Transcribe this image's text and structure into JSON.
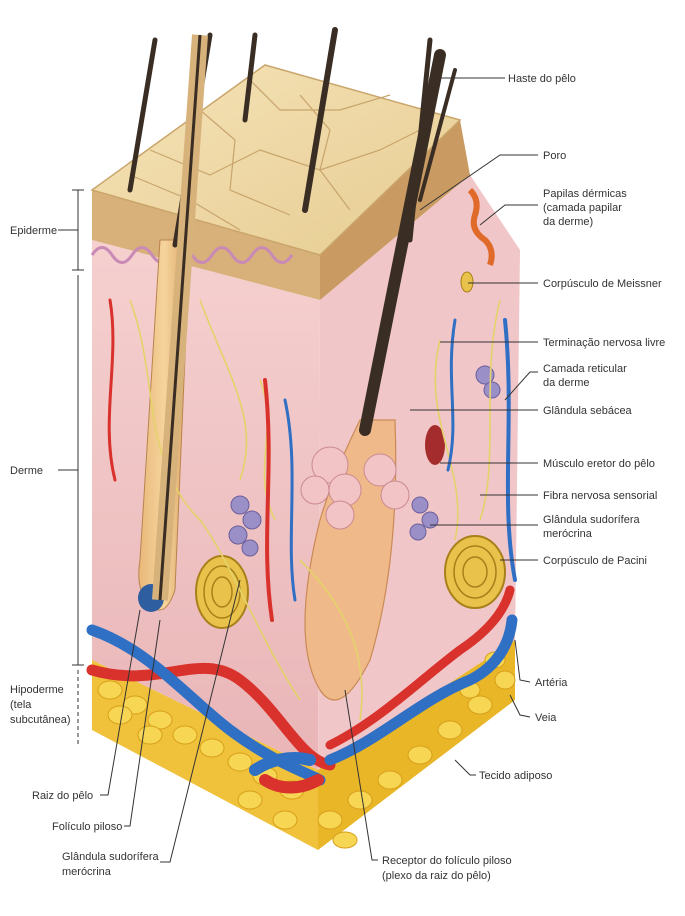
{
  "layers": {
    "epidermis": "Epiderme",
    "dermis": "Derme",
    "hypodermis_line1": "Hipoderme",
    "hypodermis_line2": "(tela",
    "hypodermis_line3": "subcutânea)"
  },
  "labels_right": {
    "hair_shaft": "Haste do pêlo",
    "pore": "Poro",
    "dermal_papillae_1": "Papilas dérmicas",
    "dermal_papillae_2": "(camada papilar",
    "dermal_papillae_3": "da derme)",
    "meissner": "Corpúsculo de Meissner",
    "free_nerve_ending": "Terminação nervosa livre",
    "reticular_1": "Camada reticular",
    "reticular_2": "da derme",
    "sebaceous_gland": "Glândula sebácea",
    "arrector_pili": "Músculo eretor do pêlo",
    "sensory_nerve": "Fibra nervosa sensorial",
    "sweat_gland_1": "Glândula sudorífera",
    "sweat_gland_2": "merócrina",
    "pacinian": "Corpúsculo de Pacini",
    "artery": "Artéria",
    "vein": "Veia",
    "adipose": "Tecido adiposo"
  },
  "labels_bottom": {
    "hair_root": "Raiz do pêlo",
    "hair_follicle": "Folículo piloso",
    "sweat_gland_1": "Glândula sudorífera",
    "sweat_gland_2": "merócrina",
    "follicle_receptor_1": "Receptor do folículo piloso",
    "follicle_receptor_2": "(plexo da raiz do pêlo)"
  },
  "colors": {
    "epidermis_top": "#efd9a8",
    "epidermis_edge": "#c9a56a",
    "dermis": "#f2c4c4",
    "adipose": "#f3c832",
    "artery": "#d9312b",
    "vein": "#2f6fc4",
    "hair": "#3a2e24",
    "nerve": "#e6d36a"
  }
}
